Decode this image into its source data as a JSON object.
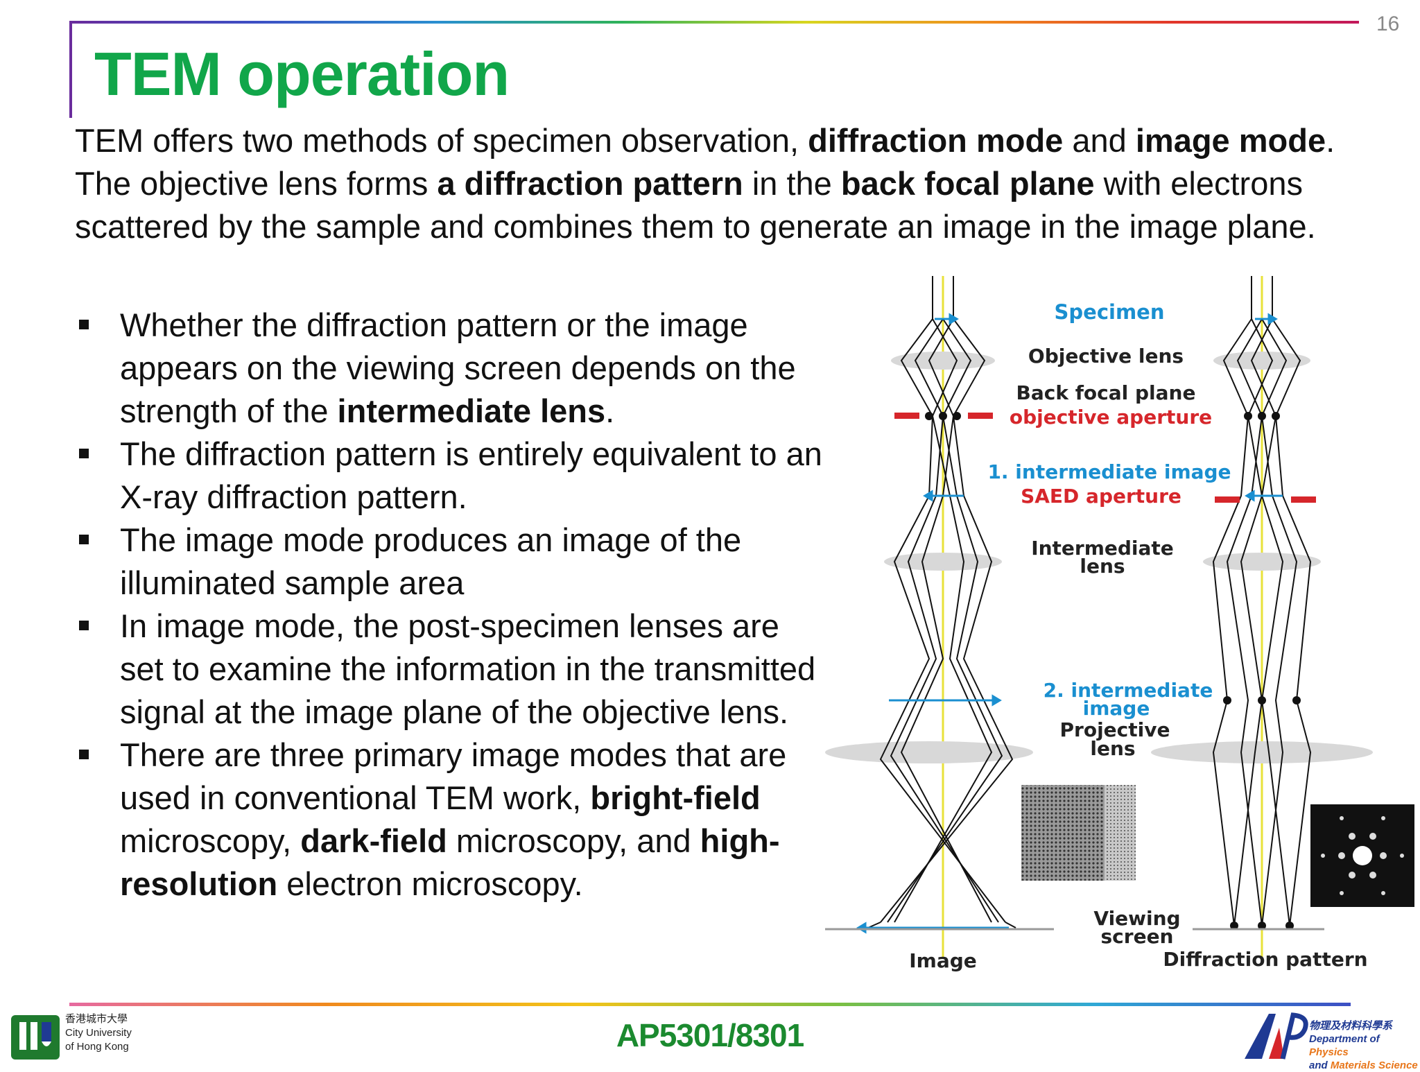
{
  "page_number": "16",
  "title": "TEM operation",
  "intro": {
    "p1": "TEM offers two methods of specimen observation, ",
    "b1": "diffraction mode",
    "p2": " and ",
    "b2": "image mode",
    "p3": ". The objective lens forms ",
    "b3": "a diffraction pattern",
    "p4": " in the ",
    "b4": "back focal plane",
    "p5": " with electrons scattered by the sample and combines them to generate an image in the image plane."
  },
  "bullets": {
    "b1": {
      "t1": "Whether the diffraction pattern or the image appears on the viewing screen depends on the strength of the ",
      "b1": "intermediate lens",
      "t2": "."
    },
    "b2": {
      "t1": "The diffraction pattern is entirely equivalent to an X-ray diffraction pattern."
    },
    "b3": {
      "t1": "The image mode produces an image of the illuminated sample area"
    },
    "b4": {
      "t1": "In image mode, the post-specimen lenses are set to examine the information in the transmitted signal at the image plane of the objective lens."
    },
    "b5": {
      "t1": "There are three primary image modes that are used in conventional TEM work, ",
      "b1": "bright-field",
      "t2": " microscopy, ",
      "b2": "dark-field",
      "t3": " microscopy, and ",
      "b3": "high-resolution",
      "t4": " electron microscopy."
    }
  },
  "diagram": {
    "specimen": "Specimen",
    "objective_lens": "Objective lens",
    "back_focal_plane": "Back focal plane",
    "objective_aperture": "objective aperture",
    "intermediate_image_1": "1. intermediate image",
    "saed_aperture": "SAED aperture",
    "intermediate_lens_1": "Intermediate",
    "intermediate_lens_2": "lens",
    "intermediate_image_2a": "2. intermediate",
    "intermediate_image_2b": "image",
    "projective_lens_1": "Projective",
    "projective_lens_2": "lens",
    "viewing_screen_1": "Viewing",
    "viewing_screen_2": "screen",
    "image_label": "Image",
    "diffraction_label": "Diffraction pattern",
    "colors": {
      "blue": "#1a8fd0",
      "red": "#d6262b",
      "yellow": "#e8e23a",
      "black": "#111111"
    }
  },
  "footer": {
    "course": "AP5301/8301",
    "univ_cn": "香港城市大學",
    "univ_en1": "City University",
    "univ_en2": "of Hong Kong",
    "dept_cn": "物理及材料科學系",
    "dept_en1a": "Department of ",
    "dept_en1b": "Physics",
    "dept_en2a": "and ",
    "dept_en2b": "Materials Science"
  }
}
